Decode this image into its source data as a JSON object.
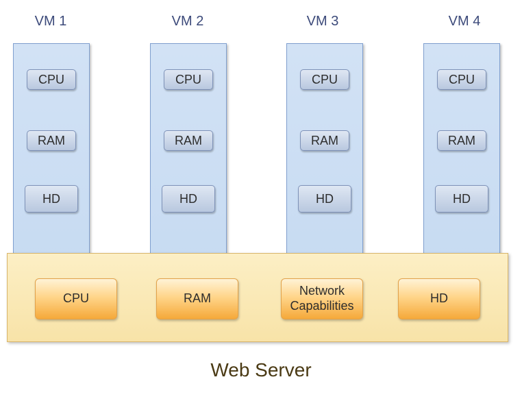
{
  "vms": [
    {
      "title": "VM 1",
      "chips": {
        "cpu": "CPU",
        "ram": "RAM",
        "hd": "HD"
      }
    },
    {
      "title": "VM 2",
      "chips": {
        "cpu": "CPU",
        "ram": "RAM",
        "hd": "HD"
      }
    },
    {
      "title": "VM 3",
      "chips": {
        "cpu": "CPU",
        "ram": "RAM",
        "hd": "HD"
      }
    },
    {
      "title": "VM 4",
      "chips": {
        "cpu": "CPU",
        "ram": "RAM",
        "hd": "HD"
      }
    }
  ],
  "server": {
    "components": [
      "CPU",
      "RAM",
      "Network\nCapabilities",
      "HD"
    ],
    "label": "Web Server"
  },
  "colors": {
    "vm_fill": "#c7dbf2",
    "vm_border": "#7f9fcf",
    "server_fill": "#f8e3a8",
    "server_chip": "#f5a93a"
  }
}
